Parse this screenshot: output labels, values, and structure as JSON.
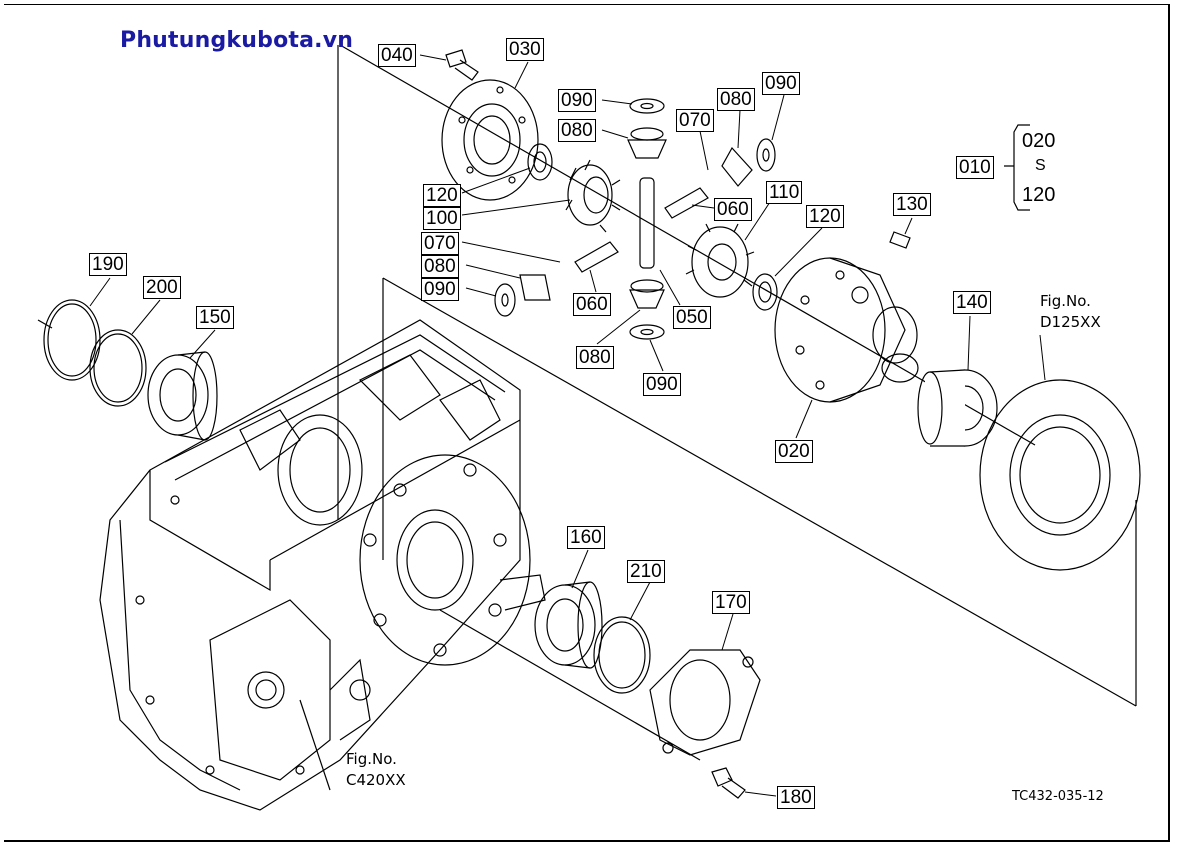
{
  "site": {
    "name": "Phutungkubota.vn"
  },
  "part_labels": {
    "p040": "040",
    "p030": "030",
    "p090a": "090",
    "p080a": "080",
    "p070a": "070",
    "p080b": "080",
    "p090b": "090",
    "p120a": "120",
    "p100": "100",
    "p060a": "060",
    "p110": "110",
    "p120b": "120",
    "p070b": "070",
    "p080c": "080",
    "p090c": "090",
    "p060b": "060",
    "p050": "050",
    "p080d": "080",
    "p090d": "090",
    "p130": "130",
    "p140": "140",
    "p020": "020",
    "p190": "190",
    "p200": "200",
    "p150": "150",
    "p160": "160",
    "p210": "210",
    "p170": "170",
    "p180": "180",
    "p010": "010"
  },
  "assembly_range": {
    "from": "020",
    "symbol": "S",
    "to": "120"
  },
  "references": [
    {
      "label": "Fig.No.",
      "code": "D125XX"
    },
    {
      "label": "Fig.No.",
      "code": "C420XX"
    }
  ],
  "drawing_code": "TC432-035-12"
}
